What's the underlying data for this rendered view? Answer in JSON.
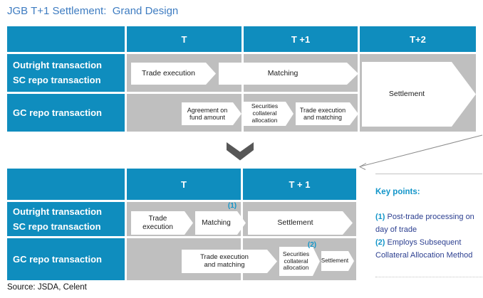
{
  "title": "JGB T+1 Settlement:  Grand Design",
  "source": "Source: JSDA, Celent",
  "colors": {
    "teal": "#0F8DBE",
    "gray": "#BFBFBF",
    "title-blue": "#3E7CC1",
    "key-blue": "#1295C9",
    "key-navy": "#2C3F90",
    "chevron": "#575757",
    "text-dark": "#1A1A1A",
    "line-gray": "#8C8C8C"
  },
  "table_before": {
    "columns": [
      "T",
      "T +1",
      "T+2"
    ],
    "rows": [
      {
        "line1": "Outright transaction",
        "line2": "SC repo transaction"
      },
      {
        "line1": "GC repo transaction"
      }
    ],
    "arrows": {
      "trade_execution": "Trade execution",
      "matching": "Matching",
      "settlement": "Settlement",
      "agreement_on_fund_amount": "Agreement on\nfund amount",
      "securities_collateral_allocation": "Securities\ncollateral\nallocation",
      "trade_execution_and_matching": "Trade execution\nand matching"
    }
  },
  "table_after": {
    "columns": [
      "T",
      "T + 1"
    ],
    "rows": [
      {
        "line1": "Outright transaction",
        "line2": "SC repo transaction"
      },
      {
        "line1": "GC repo transaction"
      }
    ],
    "arrows": {
      "trade_execution": "Trade\nexecution",
      "matching": "Matching",
      "settlement": "Settlement",
      "trade_execution_and_matching": "Trade execution\nand matching",
      "securities_collateral_allocation": "Securities\ncollateral\nallocation",
      "settlement_small": "Settlement"
    },
    "notes": [
      "(1)",
      "(2)"
    ]
  },
  "key_points": {
    "heading": "Key points:",
    "items": [
      {
        "num": "(1)",
        "text": "Post-trade processing on day of trade"
      },
      {
        "num": "(2)",
        "text": "Employs Subsequent Collateral Allocation Method"
      }
    ]
  }
}
